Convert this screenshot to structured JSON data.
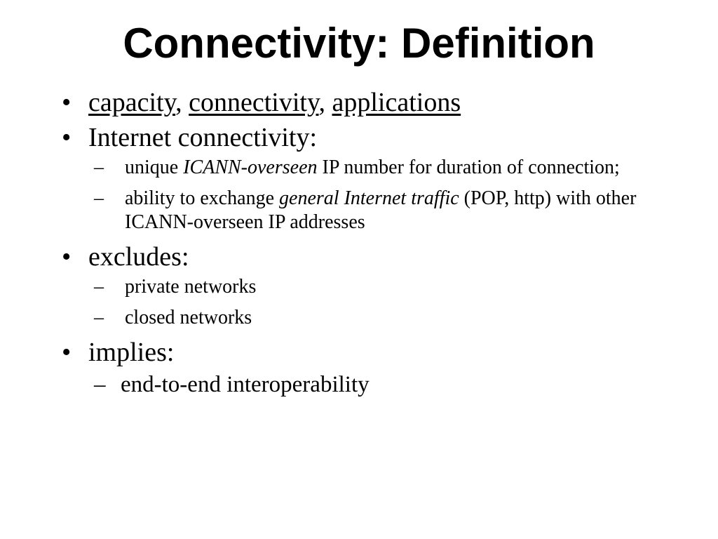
{
  "slide": {
    "title": "Connectivity: Definition",
    "bullet_marker": "•",
    "dash_marker": "–",
    "b1": {
      "link1": "capacity",
      "sep1": ", ",
      "link2": "connectivity",
      "sep2": ", ",
      "link3": "applications"
    },
    "b2": {
      "text": "Internet connectivity:",
      "s1": {
        "pre": "unique ",
        "em": "ICANN-overseen",
        "post": " IP number for duration of connection;"
      },
      "s2": {
        "pre": "ability to exchange ",
        "em": "general Internet traffic",
        "post": " (POP, http) with other ICANN-overseen IP addresses"
      }
    },
    "b3": {
      "text": "excludes:",
      "s1": "private networks",
      "s2": "closed networks"
    },
    "b4": {
      "text": "implies:",
      "s1": "end-to-end interoperability"
    }
  }
}
